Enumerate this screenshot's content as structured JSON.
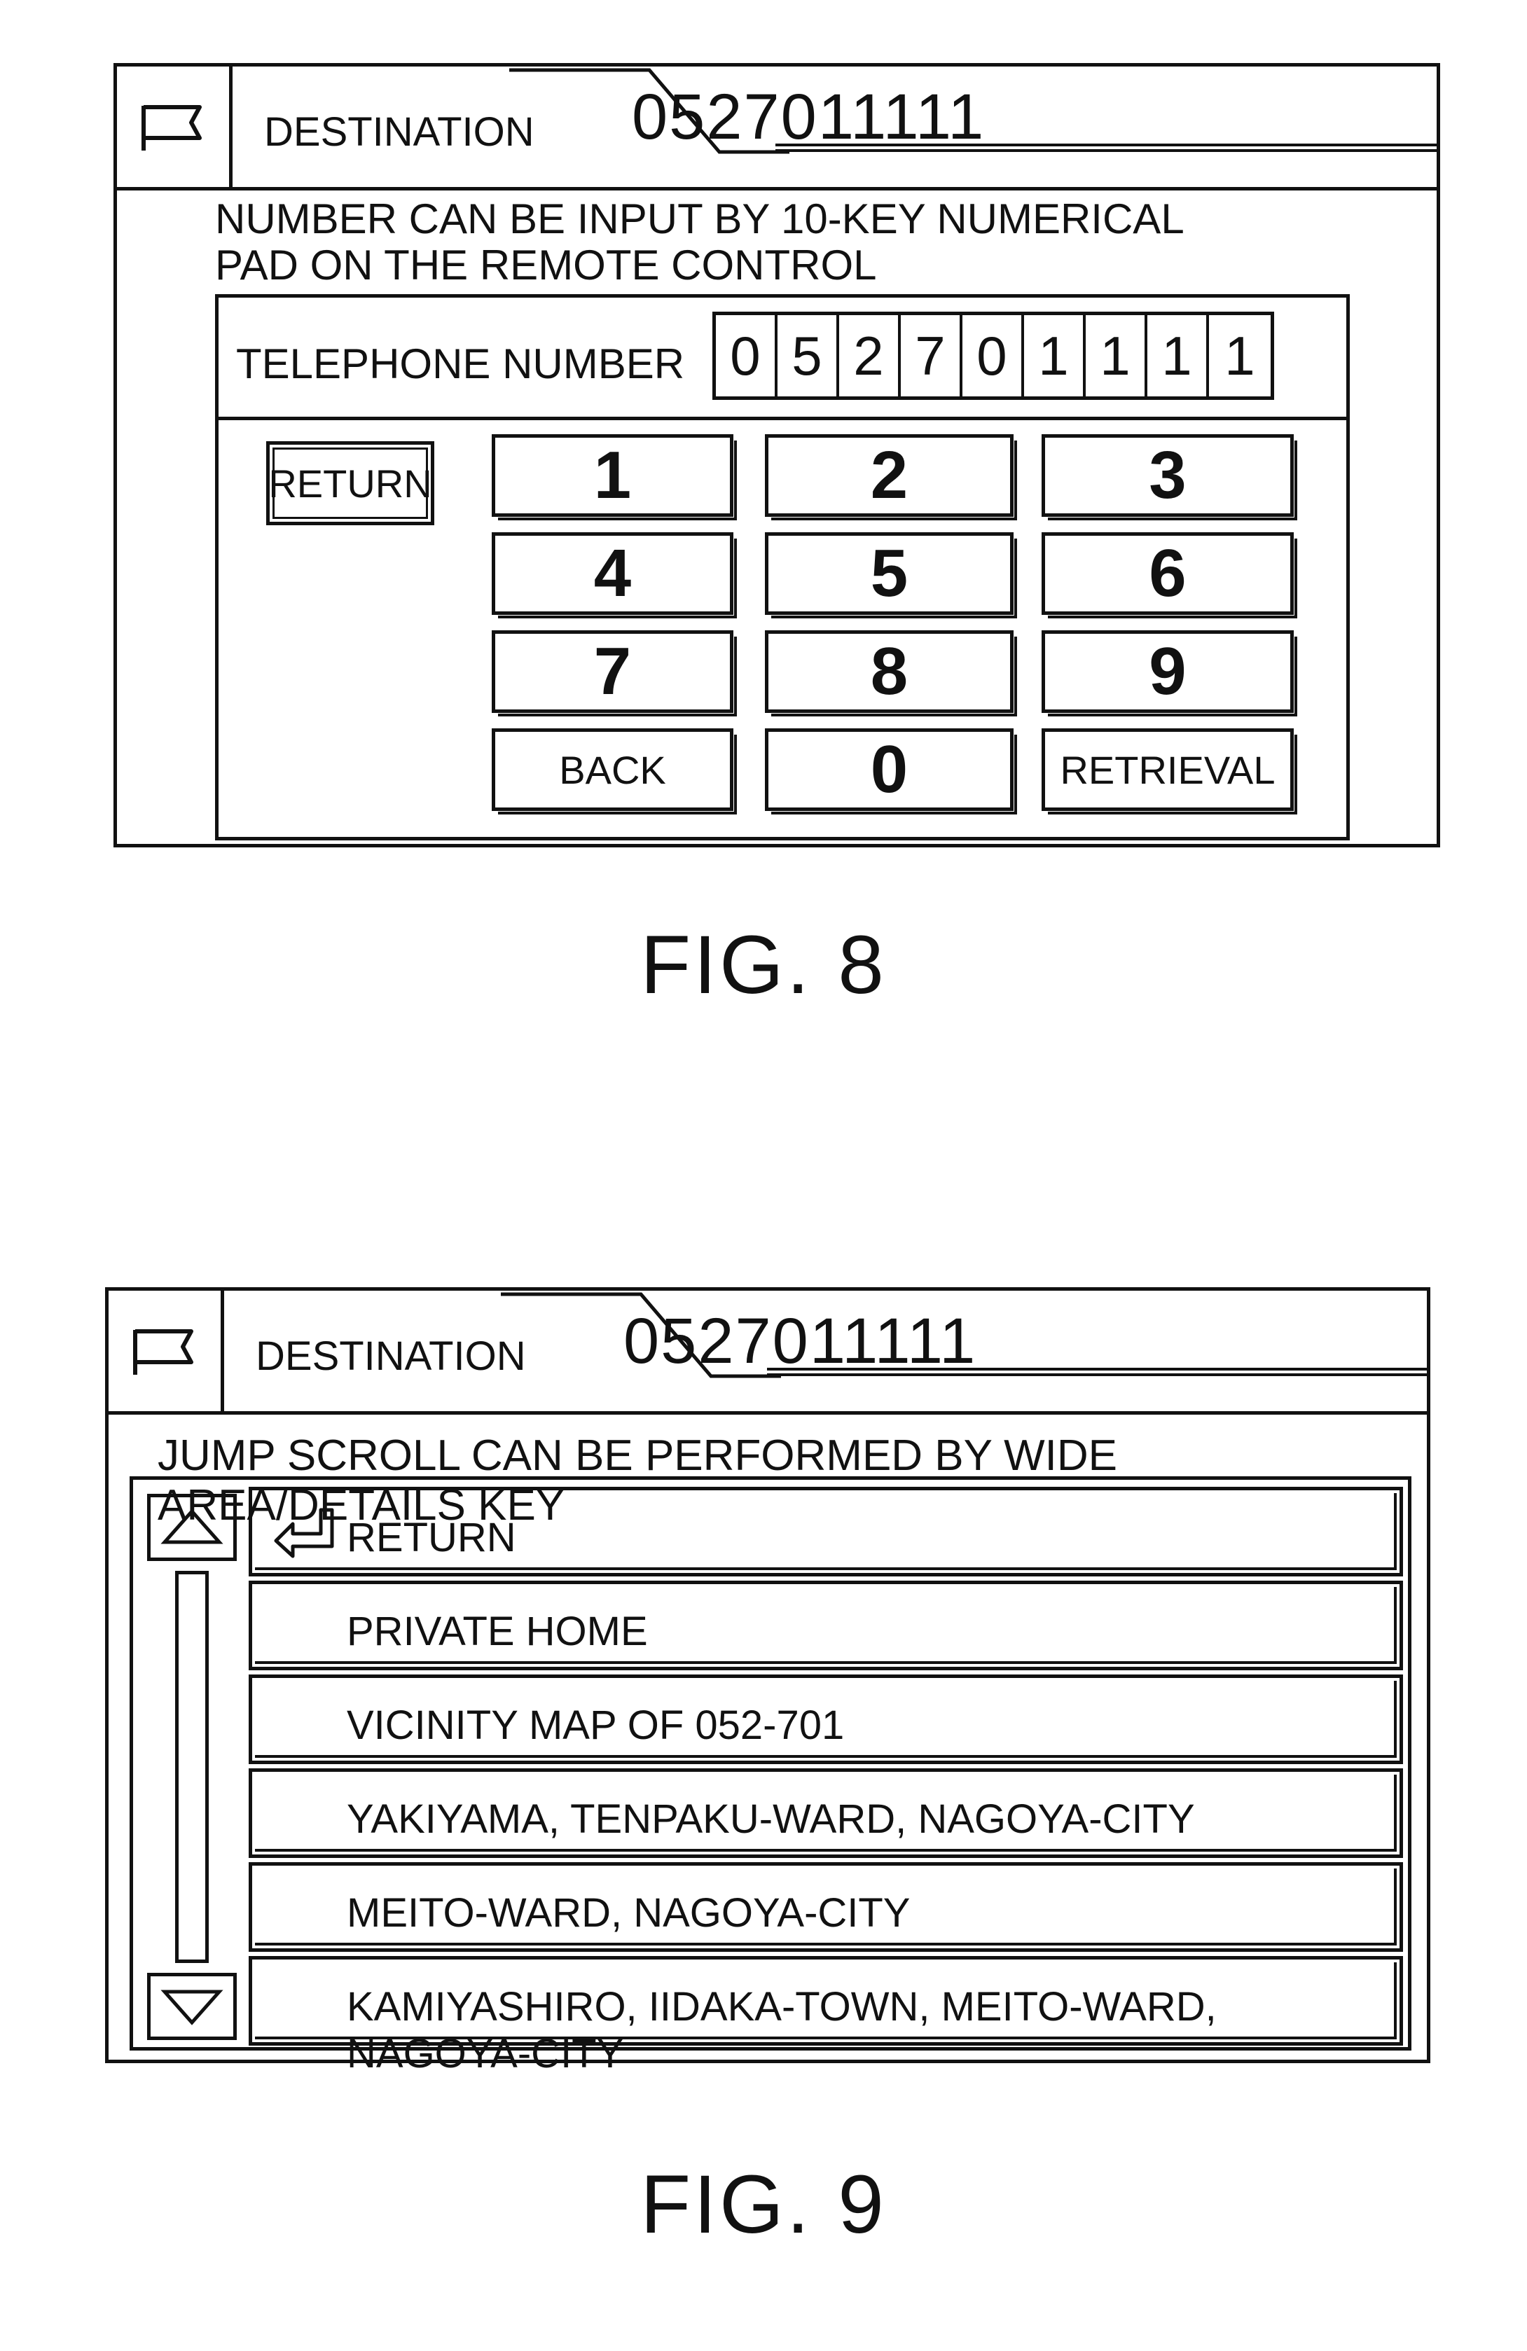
{
  "fig8": {
    "header": {
      "label": "DESTINATION",
      "value": "0527011111"
    },
    "instruction_line1": "NUMBER CAN BE INPUT BY 10-KEY NUMERICAL",
    "instruction_line2": "PAD ON THE REMOTE CONTROL",
    "telephone_label": "TELEPHONE NUMBER",
    "digits": [
      "0",
      "5",
      "2",
      "7",
      "0",
      "1",
      "1",
      "1",
      "1"
    ],
    "return_label": "RETURN",
    "keys": [
      "1",
      "2",
      "3",
      "4",
      "5",
      "6",
      "7",
      "8",
      "9"
    ],
    "back_label": "BACK",
    "zero_label": "0",
    "retrieval_label": "RETRIEVAL",
    "caption": "FIG. 8"
  },
  "fig9": {
    "header": {
      "label": "DESTINATION",
      "value": "0527011111"
    },
    "instruction": "JUMP SCROLL CAN BE PERFORMED BY WIDE AREA/DETAILS KEY",
    "return_label": "RETURN",
    "items": [
      "PRIVATE HOME",
      "VICINITY MAP OF 052-701",
      "YAKIYAMA, TENPAKU-WARD, NAGOYA-CITY",
      "MEITO-WARD, NAGOYA-CITY",
      "KAMIYASHIRO, IIDAKA-TOWN, MEITO-WARD, NAGOYA-CITY"
    ],
    "caption": "FIG. 9"
  },
  "icons": {
    "flag": "flag-icon",
    "scroll_up": "triangle-up-icon",
    "scroll_down": "triangle-down-icon",
    "return": "return-arrow-icon"
  }
}
